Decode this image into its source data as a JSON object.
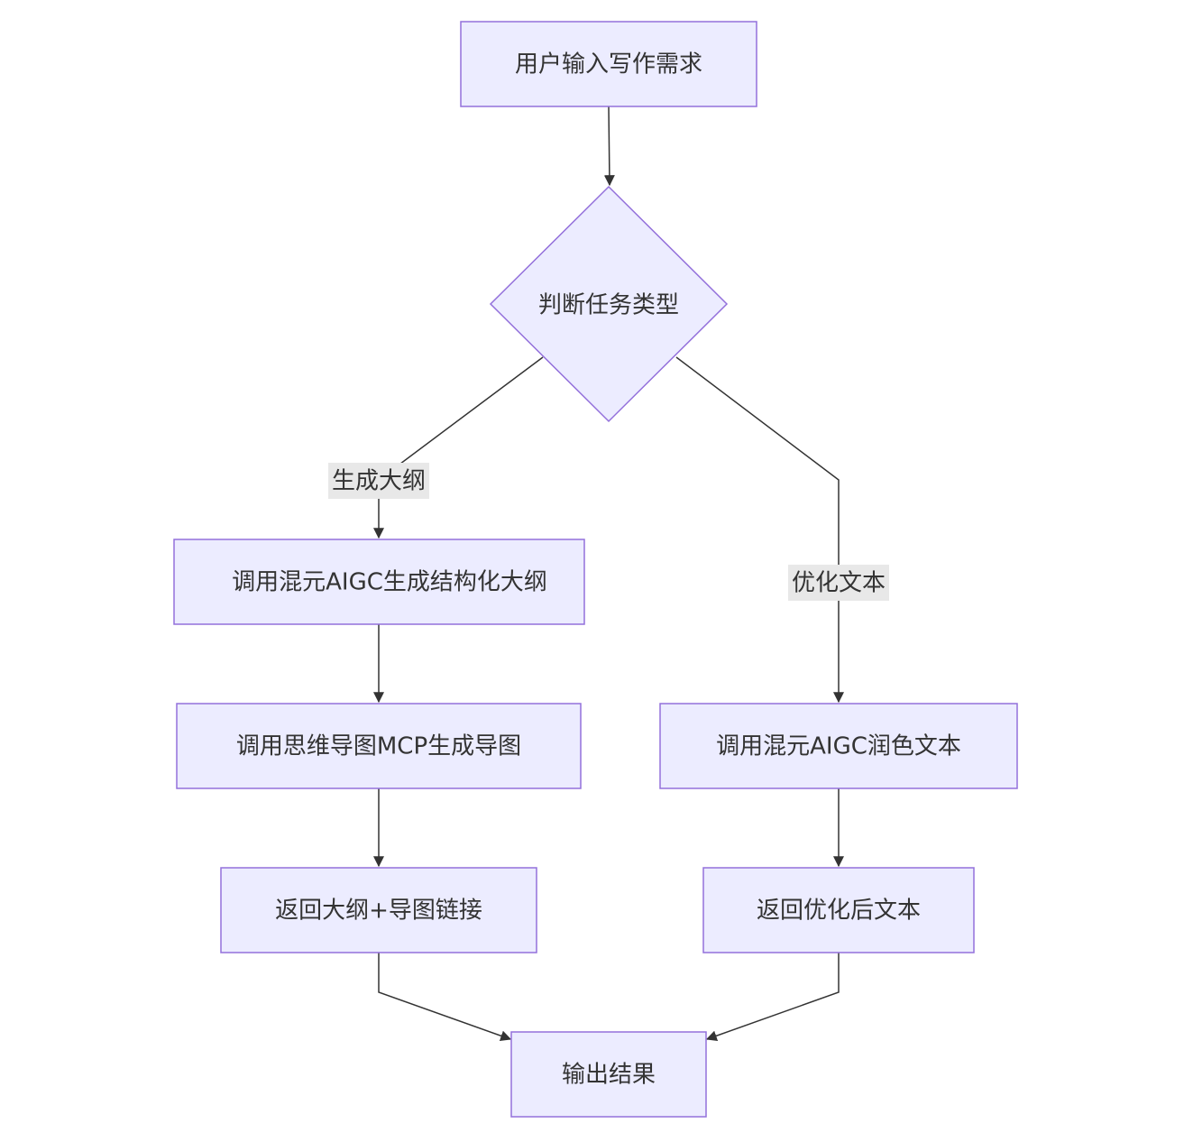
{
  "nodes": {
    "start": "用户输入写作需求",
    "decision": "判断任务类型",
    "outline_gen": "调用混元AIGC生成结构化大纲",
    "mindmap_gen": "调用思维导图MCP生成导图",
    "return_outline": "返回大纲+导图链接",
    "polish": "调用混元AIGC润色文本",
    "return_polished": "返回优化后文本",
    "output": "输出结果"
  },
  "edge_labels": {
    "generate_outline": "生成大纲",
    "optimize_text": "优化文本"
  },
  "colors": {
    "node_fill": "#ececff",
    "node_stroke": "#9370db",
    "edge": "#333333",
    "label_bg": "#e8e8e8"
  }
}
